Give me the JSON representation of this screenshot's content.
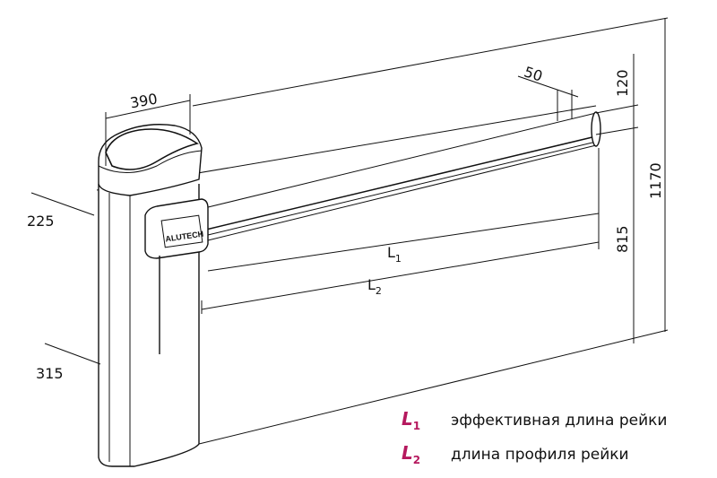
{
  "brand_logo": "ALUTECH",
  "dimensions": {
    "d390": "390",
    "d225": "225",
    "d315": "315",
    "d50": "50",
    "d120": "120",
    "d815": "815",
    "d1170": "1170",
    "l1": "L",
    "l1_sub": "1",
    "l2": "L",
    "l2_sub": "2"
  },
  "legend": [
    {
      "symbol": "L",
      "sub": "1",
      "text": "эффективная длина рейки"
    },
    {
      "symbol": "L",
      "sub": "2",
      "text": "длина профиля рейки"
    }
  ],
  "colors": {
    "accent": "#b5195e",
    "line": "#111111"
  }
}
